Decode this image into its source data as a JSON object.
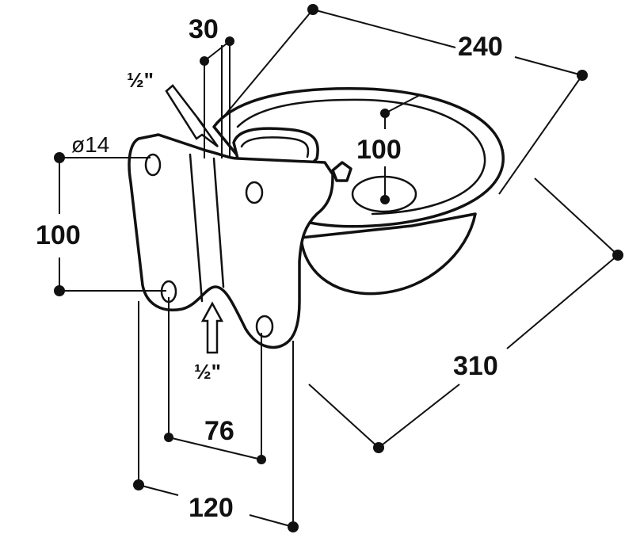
{
  "dimensions": {
    "inlet_size": "30",
    "bowl_length": "240",
    "top_inlet": "½\"",
    "bowl_depth": "100",
    "hole_diameter": "ø14",
    "hole_spacing_vertical": "100",
    "bottom_inlet": "½\"",
    "overall_depth": "310",
    "hole_spacing_horizontal": "76",
    "plate_width": "120"
  }
}
